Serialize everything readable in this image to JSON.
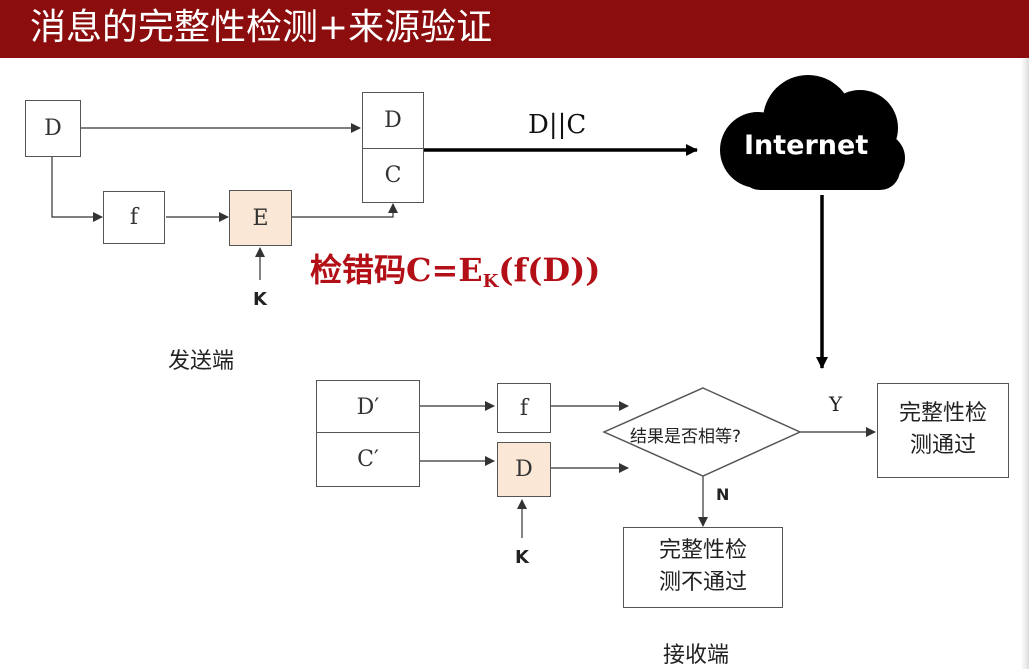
{
  "title": "消息的完整性检测+来源验证",
  "sender": {
    "d_box": "D",
    "f_box": "f",
    "e_box": "E",
    "k_label": "K",
    "packet_d": "D",
    "packet_c": "C",
    "caption": "发送端"
  },
  "channel": {
    "label": "D||C",
    "cloud_label": "Internet"
  },
  "formula": {
    "prefix": "检错码C=E",
    "sub": "K",
    "suffix": "(f(D))"
  },
  "receiver": {
    "d_prime": "D′",
    "c_prime": "C′",
    "f_box": "f",
    "d_box": "D",
    "k_label": "K",
    "decision": "结果是否相等?",
    "yes_label": "Y",
    "no_label": "N",
    "pass_text": "完整性检\n测通过",
    "fail_text": "完整性检\n测不通过",
    "caption": "接收端"
  },
  "colors": {
    "title_bar": "#8b0d0d",
    "formula": "#b30f17",
    "peach_box": "#fbe7d6"
  }
}
